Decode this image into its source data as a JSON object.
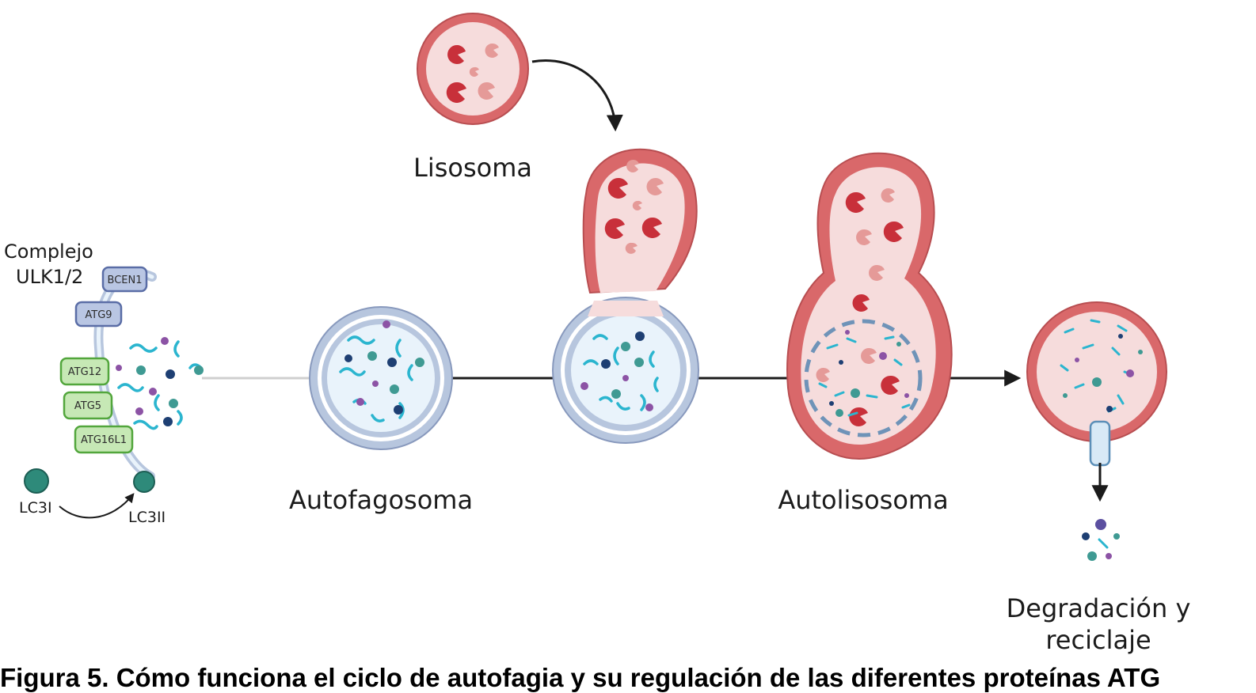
{
  "labels": {
    "complejo_line1": "Complejo",
    "complejo_line2": "ULK1/2",
    "bcen1": "BCEN1",
    "atg9": "ATG9",
    "atg12": "ATG12",
    "atg5": "ATG5",
    "atg16l1": "ATG16L1",
    "lc3i": "LC3I",
    "lc3ii": "LC3II",
    "lisosoma": "Lisosoma",
    "autofagosoma": "Autofagosoma",
    "autolisosoma": "Autolisosoma",
    "degradacion_line1": "Degradación y",
    "degradacion_line2": "reciclaje"
  },
  "caption": "Figura 5. Cómo funciona el ciclo de autofagia y su regulación de las diferentes proteínas ATG",
  "colors": {
    "lysosome_membrane": "#d9686a",
    "lysosome_fill": "#f6dcdc",
    "enzyme_dark": "#c8303a",
    "enzyme_light": "#e59a98",
    "autophagosome_membrane": "#b7c6de",
    "autophagosome_fill": "#e9f3fb",
    "fragment_cyan": "#2bb5cf",
    "dot_teal": "#3f9a93",
    "dot_navy": "#1e3f73",
    "dot_purple": "#8c53a5",
    "atg_green": "#c6e8b5",
    "atg_green_stroke": "#52a63c",
    "atg_blue": "#b9c6e3",
    "atg_blue_stroke": "#5a6da6",
    "lc3_teal": "#2e8a7a"
  }
}
